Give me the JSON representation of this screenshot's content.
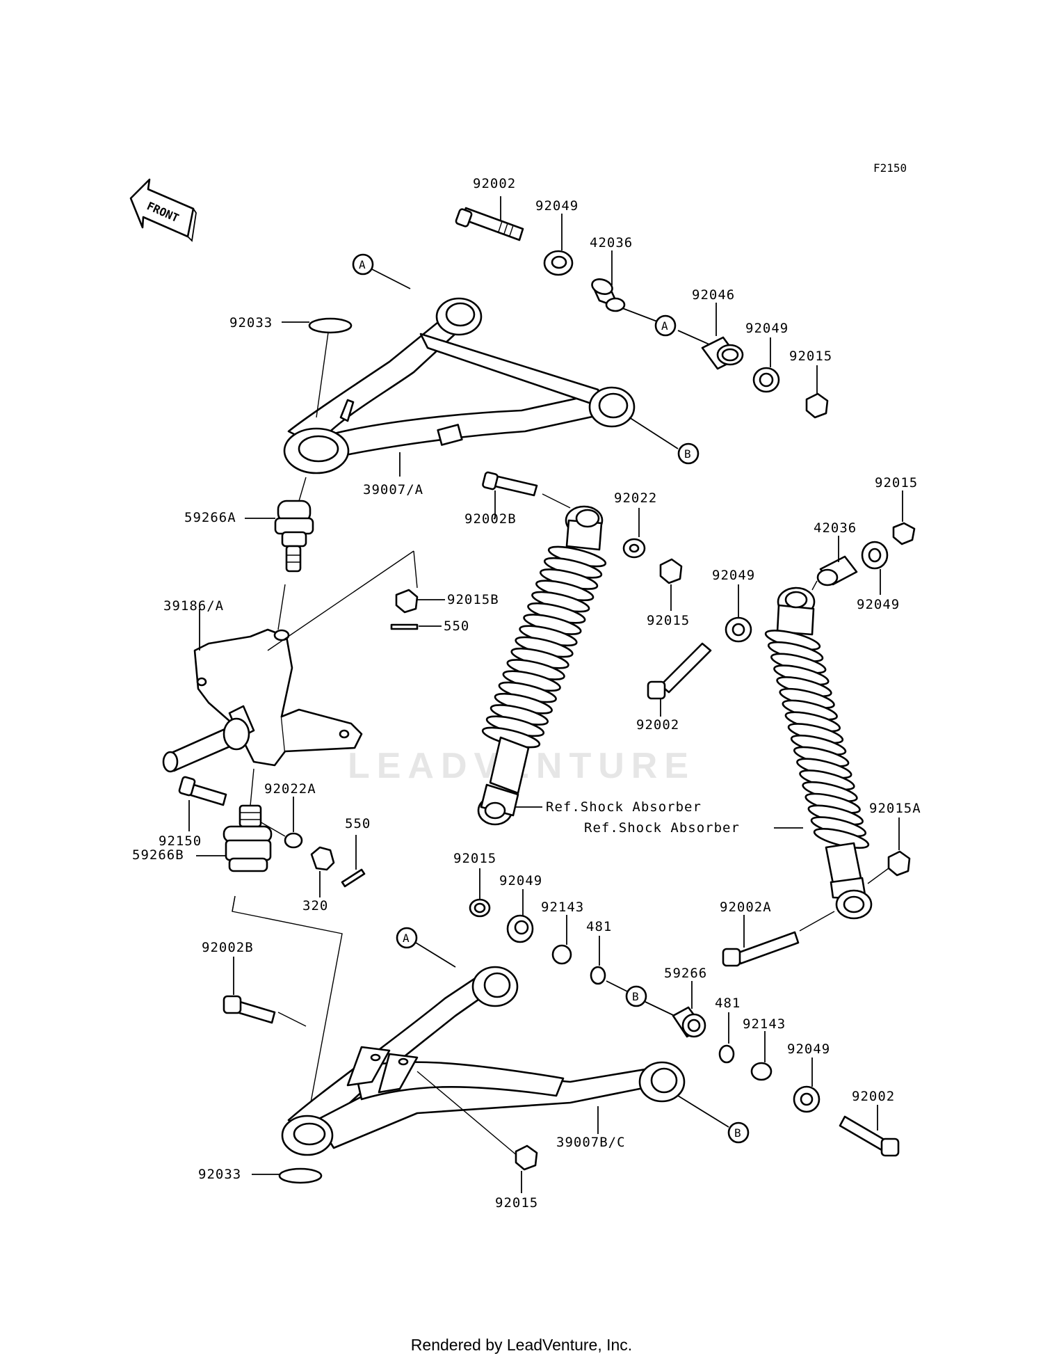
{
  "figure_code": "F2150",
  "front_label": "FRONT",
  "watermark": "LEADVENTURE",
  "footer": "Rendered by LeadVenture, Inc.",
  "labels": {
    "upper_bolt": "92002",
    "upper_washer_1": "92049",
    "upper_collar": "42036",
    "upper_bushing": "92046",
    "upper_washer_2": "92049",
    "upper_nut": "92015",
    "upper_circlip": "92033",
    "upper_arm": "39007/A",
    "upper_ball_joint": "59266A",
    "shock_bolt_upper": "92002B",
    "shock_washer": "92022",
    "shock_nut": "92015",
    "shock_bolt_lower": "92002",
    "rear_shock_nut_top": "92015",
    "rear_shock_collar": "42036",
    "rear_shock_washer_1": "92049",
    "rear_shock_washer_2": "92049",
    "knuckle": "39186/A",
    "knuckle_nut": "92015B",
    "knuckle_pin": "550",
    "ref_shock_1": "Ref.Shock Absorber",
    "ref_shock_2": "Ref.Shock Absorber",
    "rear_shock_nut_lower": "92015A",
    "knuckle_bolt": "92150",
    "knuckle_washer": "92022A",
    "lower_cotter": "550",
    "lower_ball_joint": "59266B",
    "castle_nut": "320",
    "lower_nut_1": "92015",
    "lower_washer_1": "92049",
    "lower_collar_1": "92143",
    "lower_ring_1": "481",
    "lower_shock_bolt": "92002A",
    "lower_bolt_front": "92002B",
    "lower_bushing": "59266",
    "lower_ring_2": "481",
    "lower_collar_2": "92143",
    "lower_washer_2": "92049",
    "lower_bolt_rear": "92002",
    "lower_arm": "39007B/C",
    "lower_circlip": "92033",
    "lower_nut_2": "92015",
    "circle_A": "A",
    "circle_B": "B"
  }
}
